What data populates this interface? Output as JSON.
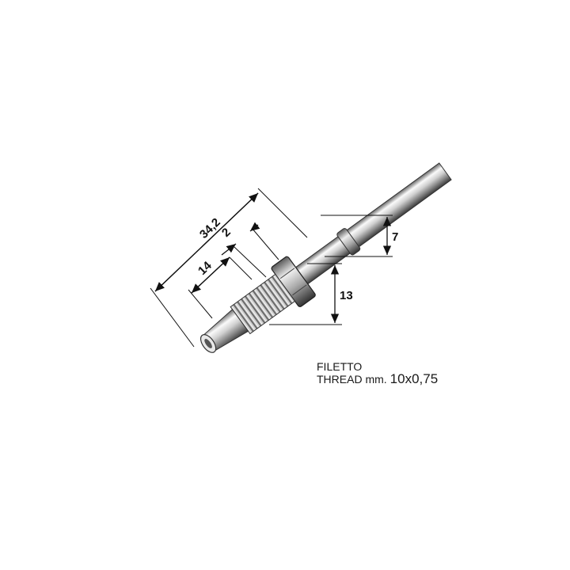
{
  "dimensions": {
    "overall_length": "34,2",
    "gap": "2",
    "thread_length": "14",
    "tube_diameter": "7",
    "nut_diameter": "13"
  },
  "caption": {
    "line1": "FILETTO",
    "line2_prefix": "THREAD mm.",
    "thread_spec": "10x0,75"
  },
  "colors": {
    "metal_light": "#f2f2f2",
    "metal_mid": "#bdbdbd",
    "metal_dark": "#555555",
    "line": "#111111"
  }
}
